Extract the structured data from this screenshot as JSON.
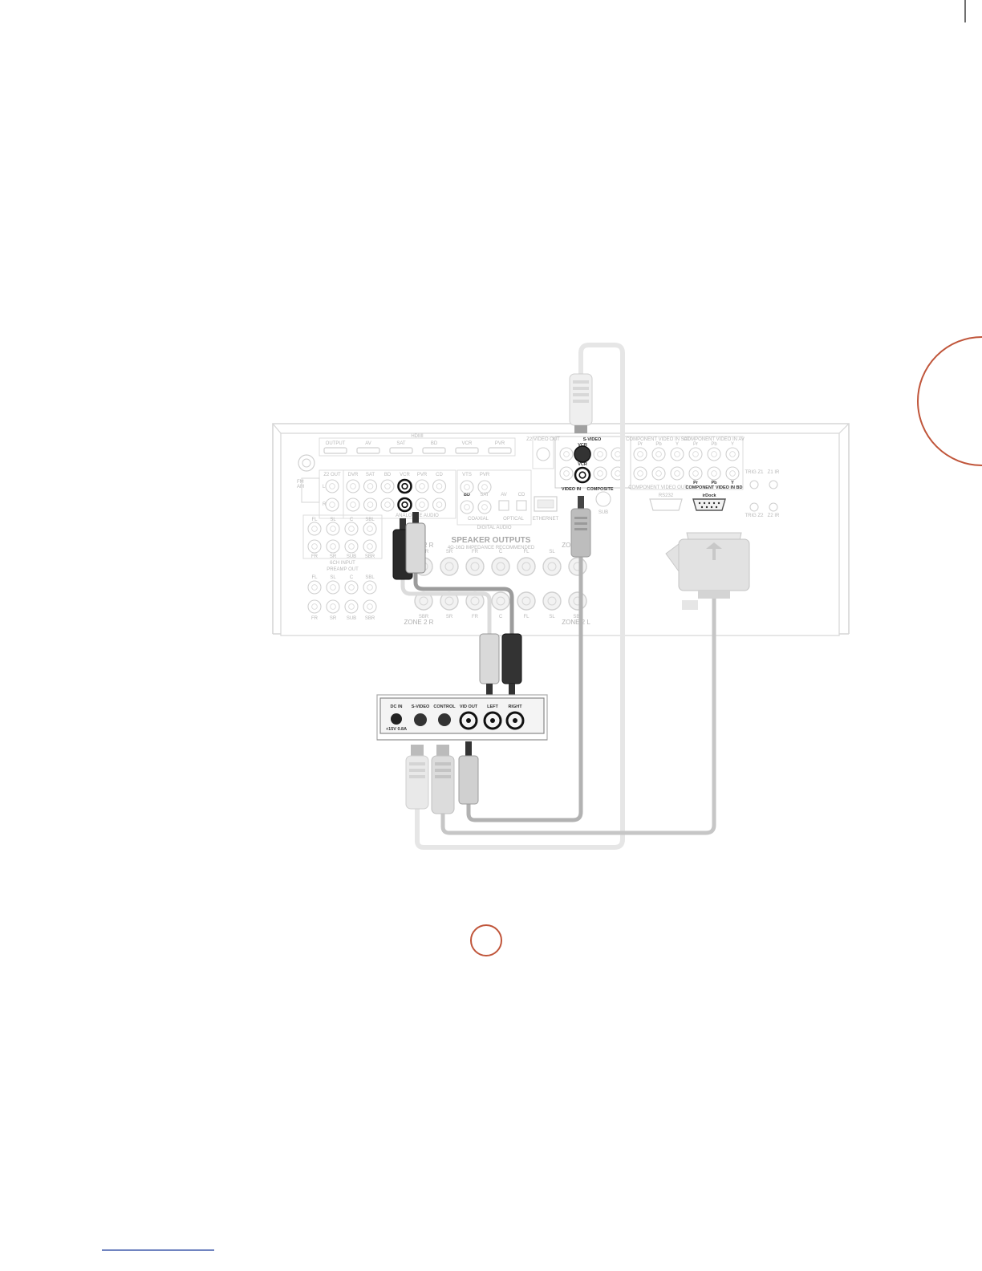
{
  "receiver": {
    "hdmi_header": "HDMI",
    "hdmi_labels": [
      "OUTPUT",
      "AV",
      "SAT",
      "BD",
      "VCR",
      "PVR"
    ],
    "fm_label": "FM",
    "am_label": "AM",
    "analog_audio_labels": [
      "Z2 OUT",
      "DVR",
      "SAT",
      "BD",
      "VCR",
      "PVR",
      "CD"
    ],
    "analog_audio_caption": "ANALOGUE AUDIO",
    "l_label": "L",
    "r_label": "R",
    "digital_labels": [
      "VTS",
      "PVR",
      "BD",
      "SAT",
      "AV",
      "CD"
    ],
    "coaxial_label": "COAXIAL",
    "optical_label": "OPTICAL",
    "digital_caption": "DIGITAL AUDIO",
    "ethernet_label": "ETHERNET",
    "z2_video_out_label": "Z2 VIDEO OUT",
    "svideo_label": "S-VIDEO",
    "vcr_label": "VCR",
    "video_in_label": "VIDEO IN",
    "composite_label": "COMPOSITE",
    "sub_label": "SUB",
    "comp_sat_label": "COMPONENT VIDEO IN SAT",
    "comp_av_label": "COMPONENT VIDEO IN AV",
    "comp_out_label": "COMPONENT VIDEO OUT",
    "comp_bd_label": "COMPONENT VIDEO IN BD",
    "comp_letters": [
      "Pr",
      "Pb",
      "Y"
    ],
    "rs232_label": "RS232",
    "irdock_label": "irDock",
    "trig_labels": [
      "TRIG Z1",
      "Z1 IR",
      "TRIG Z2",
      "Z2 IR"
    ],
    "speaker_title": "SPEAKER OUTPUTS",
    "speaker_sub": "4Ω-16Ω IMPEDANCE RECOMMENDED",
    "speaker_top": [
      "SBR",
      "SR",
      "FR",
      "C",
      "FL",
      "SL",
      "SBL"
    ],
    "speaker_bottom": [
      "SBR",
      "SR",
      "FR",
      "C",
      "FL",
      "SL",
      "SBL"
    ],
    "zone_2_r": "ZONE 2 R",
    "zone_2_l": "ZONE 2 L",
    "zone_caption_l": "ZONE 2 R",
    "zone_caption_r": "ZONE 2 L",
    "six_ch_top": [
      "FL",
      "SL",
      "C",
      "SBL"
    ],
    "six_ch_bottom": [
      "FR",
      "SR",
      "SUB",
      "SBR"
    ],
    "six_ch_caption": "6CH INPUT",
    "preout_top": [
      "FL",
      "SL",
      "C",
      "SBL"
    ],
    "preout_bottom": [
      "FR",
      "SR",
      "SUB",
      "SBR"
    ],
    "preout_caption": "PREAMP OUT"
  },
  "dock": {
    "dc_in": "DC IN",
    "voltage": "+15V 0.8A",
    "svideo": "S-VIDEO",
    "control": "CONTROL",
    "vid_out": "VID OUT",
    "left": "LEFT",
    "right": "RIGHT"
  },
  "colors": {
    "accent": "#c0553a",
    "cable_light": "#e6e6e6",
    "cable_mid": "#c4c4c4",
    "cable_dark": "#9a9a9a",
    "chassis_line": "#d6d6d6",
    "footer_line": "#1a3a9a"
  }
}
